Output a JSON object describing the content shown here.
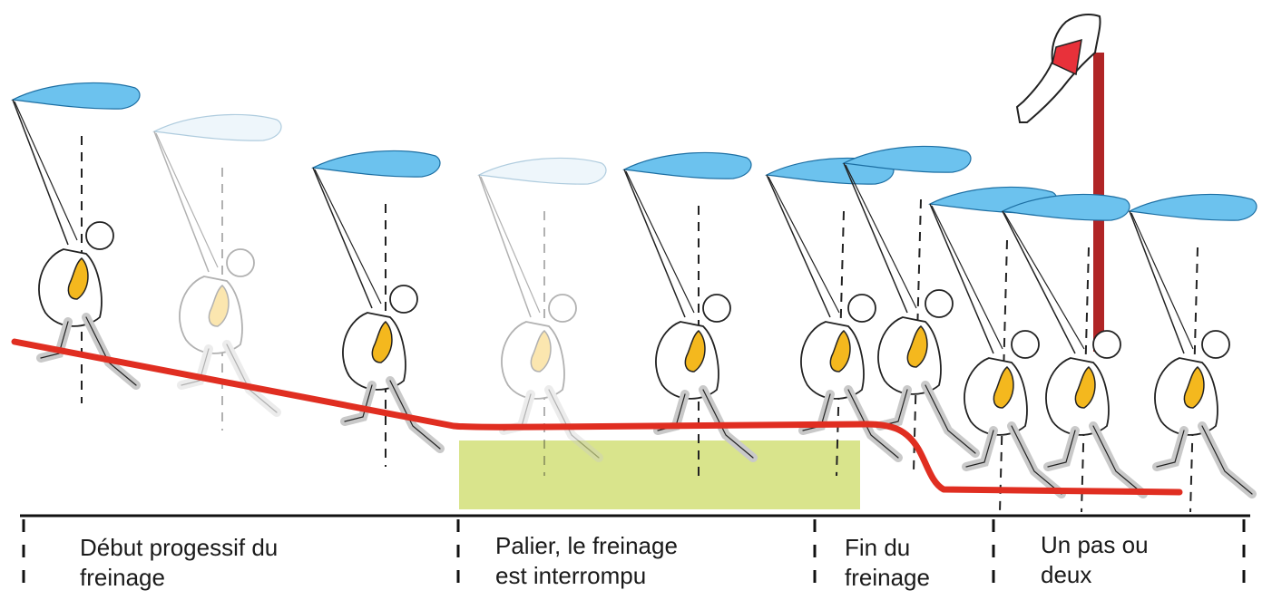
{
  "colors": {
    "wing": "#6cc2ee",
    "wing_faded": "#cfe6f6",
    "pilot_jacket": "#f4b81e",
    "brake_path": "#e02e21",
    "flat_zone": "#d9e48c",
    "windsock_pole": "#b02526",
    "windsock_band": "#e8313a",
    "legs": "#c9c9c9"
  },
  "figures": [
    {
      "kind": "paraglider-pilot",
      "faded": false
    },
    {
      "kind": "paraglider-pilot",
      "faded": true
    },
    {
      "kind": "paraglider-pilot",
      "faded": false
    },
    {
      "kind": "paraglider-pilot",
      "faded": true
    },
    {
      "kind": "paraglider-pilot",
      "faded": false
    },
    {
      "kind": "paraglider-pilot",
      "faded": false
    },
    {
      "kind": "paraglider-pilot",
      "faded": false
    },
    {
      "kind": "paraglider-pilot",
      "faded": false
    },
    {
      "kind": "paraglider-pilot",
      "faded": false
    },
    {
      "kind": "paraglider-pilot",
      "faded": false
    }
  ],
  "phases": [
    {
      "label": "Début progessif du\nfreinage"
    },
    {
      "label": "Palier, le freinage\nest interrompu"
    },
    {
      "label": "Fin du\nfreinage"
    },
    {
      "label": "Un pas ou\ndeux"
    }
  ]
}
